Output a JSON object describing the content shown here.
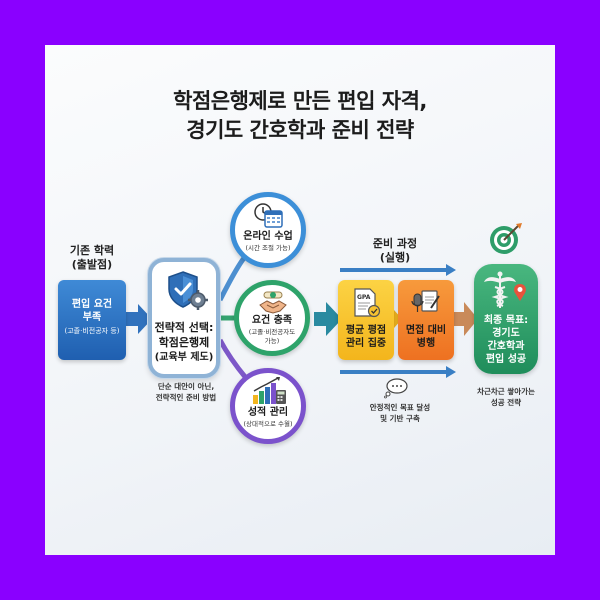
{
  "title": {
    "line1": "학점은행제로 만든 편입 자격,",
    "line2": "경기도 간호학과 준비 전략"
  },
  "start": {
    "heading_line1": "기존 학력",
    "heading_line2": "(출발점)",
    "box_line1": "편입 요건",
    "box_line2": "부족",
    "box_line3": "(고졸·비전공자 등)",
    "color": "#2f78c8"
  },
  "center": {
    "line1": "전략적 선택:",
    "line2": "학점은행제",
    "line3": "(교육부 제도)",
    "note_line1": "단순 대안이 아닌,",
    "note_line2": "전략적인 준비 방법",
    "icon": "shield-check-gear-icon"
  },
  "branches": [
    {
      "title": "온라인 수업",
      "sub": "(시간 조절 가능)",
      "icon": "clock-calendar-icon",
      "color": "#3c8fd8"
    },
    {
      "title": "요건 충족",
      "sub1": "(고졸·비전공자도",
      "sub2": "가능)",
      "icon": "handshake-diploma-icon",
      "color": "#2ea36a"
    },
    {
      "title": "성적 관리",
      "sub": "(상대적으로 수월)",
      "icon": "bar-chart-calculator-icon",
      "color": "#7b52cc"
    }
  ],
  "process": {
    "heading_line1": "준비 과정",
    "heading_line2": "(실행)",
    "steps": [
      {
        "line1": "평균 평점",
        "line2": "관리 집중",
        "icon": "gpa-document-icon",
        "icon_text": "GPA",
        "color": "#f7c230"
      },
      {
        "line1": "면접 대비",
        "line2": "병행",
        "icon": "microphone-notepad-icon",
        "color": "#f2822c"
      }
    ],
    "note_line1": "안정적인 목표 달성",
    "note_line2": "및 기반 구축",
    "note_icon": "thought-bubble-icon"
  },
  "goal": {
    "line1": "최종 목표:",
    "line2": "경기도",
    "line3": "간호학과",
    "line4": "편입 성공",
    "icon": "caduceus-location-icon",
    "top_icon": "target-arrow-icon",
    "note_line1": "차근차근 쌓아가는",
    "note_line2": "성공 전략",
    "color": "#2e9d69"
  },
  "colors": {
    "frame": "#8a00ff",
    "arrow_blue": "#3a7fc4",
    "arrow_teal": "#2b8fa8",
    "arrow_tan": "#c98a5a"
  }
}
